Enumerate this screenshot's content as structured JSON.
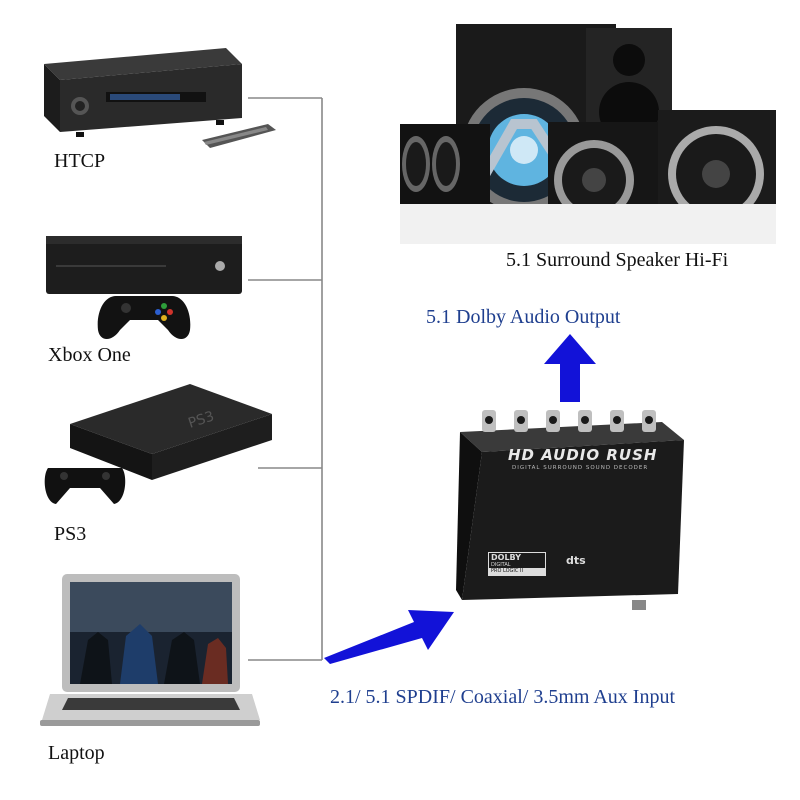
{
  "devices": [
    {
      "name": "HTCP",
      "icon": "htpc-icon"
    },
    {
      "name": "Xbox One",
      "icon": "xbox-console-icon"
    },
    {
      "name": "PS3",
      "icon": "ps3-console-icon"
    },
    {
      "name": "Laptop",
      "icon": "laptop-icon"
    }
  ],
  "speaker_label": "5.1 Surround Speaker Hi-Fi",
  "output_label": "5.1 Dolby Audio Output",
  "input_label": "2.1/ 5.1 SPDIF/ Coaxial/ 3.5mm Aux Input",
  "decoder": {
    "brand": "HD AUDIO RUSH",
    "subtitle": "DIGITAL SURROUND SOUND DECODER",
    "logo_dolby": "DOLBY",
    "logo_dolby_sub": "DIGITAL",
    "logo_pro": "PRO LOGIC II",
    "logo_dts": "dts"
  },
  "colors": {
    "arrow": "#1212d8",
    "connector": "#888888",
    "label_blue": "#1f3f8f"
  }
}
